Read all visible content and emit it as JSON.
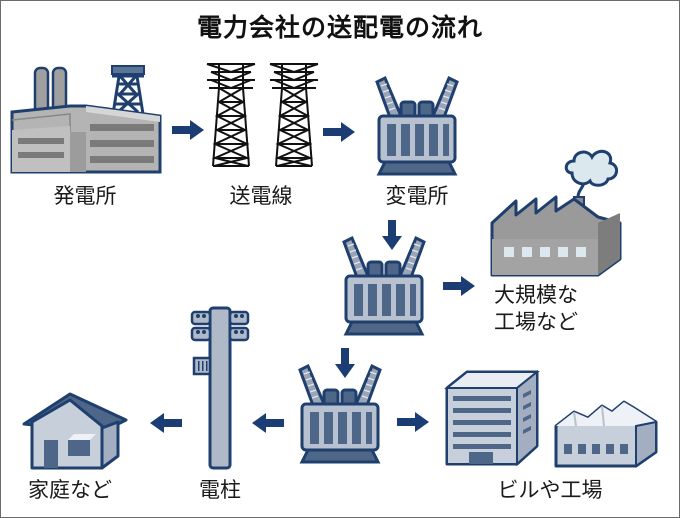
{
  "title": "電力会社の送配電の流れ",
  "nodes": {
    "power_plant": "発電所",
    "transmission_lines": "送電線",
    "substation": "変電所",
    "large_factory_line1": "大規模な",
    "large_factory_line2": "工場など",
    "utility_pole": "電柱",
    "homes": "家庭など",
    "buildings_factories": "ビルや工場"
  },
  "flow": [
    [
      "発電所",
      "送電線"
    ],
    [
      "送電線",
      "変電所"
    ],
    [
      "変電所",
      "変電所(2)"
    ],
    [
      "変電所(2)",
      "大規模な工場など"
    ],
    [
      "変電所(2)",
      "変電所(3)"
    ],
    [
      "変電所(3)",
      "ビルや工場"
    ],
    [
      "変電所(3)",
      "電柱"
    ],
    [
      "電柱",
      "家庭など"
    ]
  ],
  "colors": {
    "navy": "#1f3f6e",
    "arrow": "#1b3d73",
    "steel": "#a9b4c6",
    "steel_dark": "#4e6687",
    "gray": "#9a9a9a",
    "gray_dark": "#6f6f6f",
    "window": "#dbe9ef"
  }
}
